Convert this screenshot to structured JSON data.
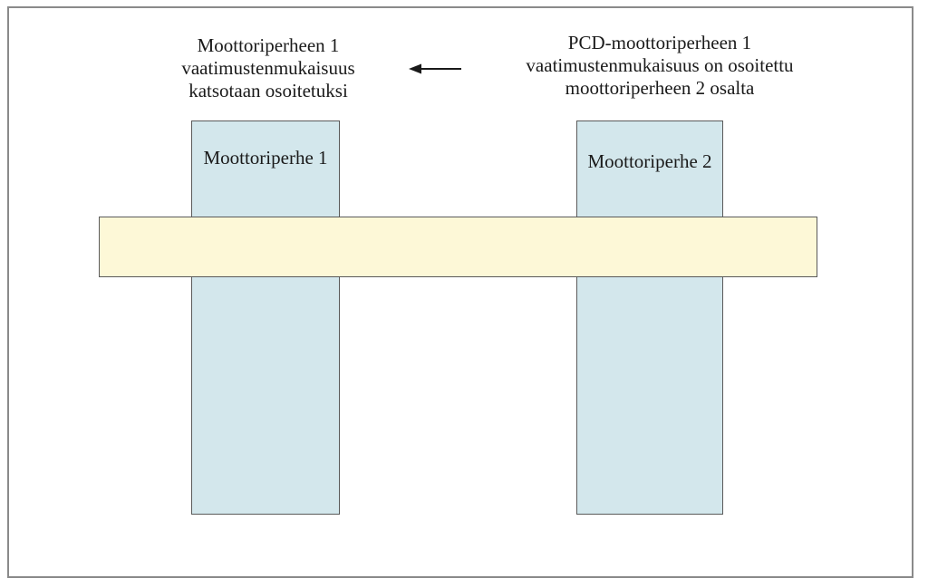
{
  "diagram": {
    "note_left": {
      "lines": [
        "Moottoriperheen 1",
        "vaatimustenmukaisuus",
        "katsotaan osoitetuksi"
      ]
    },
    "note_right": {
      "lines": [
        "PCD-moottoriperheen 1",
        "vaatimustenmukaisuus on osoitettu",
        "moottoriperheen 2 osalta"
      ]
    },
    "arrow_icon": "left-arrow-icon",
    "family_1": {
      "label": "Moottoriperhe 1"
    },
    "family_2": {
      "label": "Moottoriperhe 2"
    },
    "colors": {
      "family_fill": "#d3e7ec",
      "band_fill": "#fdf8d7",
      "border": "#5a5a5a",
      "frame_border": "#8a8a8a"
    }
  }
}
